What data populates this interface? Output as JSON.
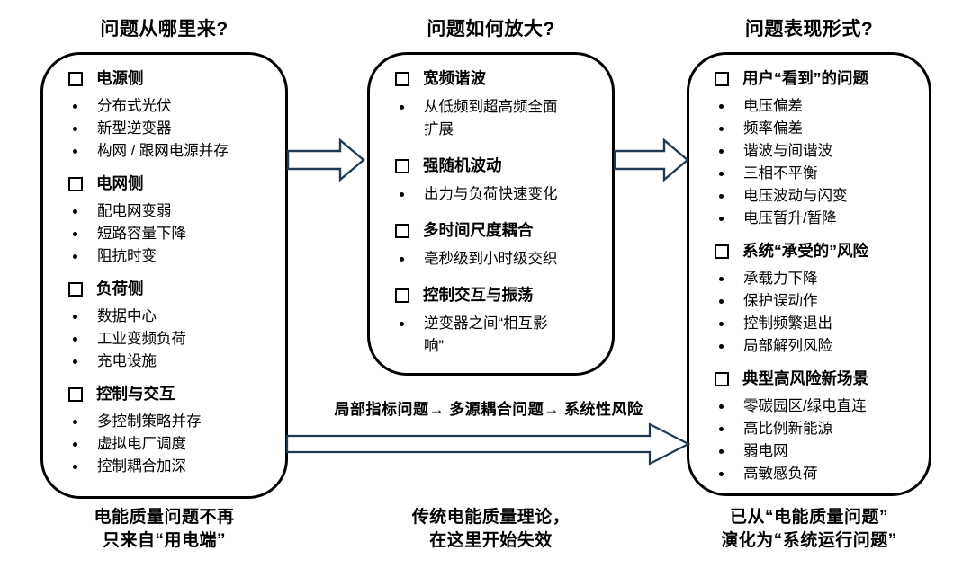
{
  "diagram": {
    "columns": [
      {
        "title": "问题从哪里来?",
        "sections": [
          {
            "header": "电源侧",
            "items": [
              "分布式光伏",
              "新型逆变器",
              "构网 / 跟网电源并存"
            ]
          },
          {
            "header": "电网侧",
            "items": [
              "配电网变弱",
              "短路容量下降",
              "阻抗时变"
            ]
          },
          {
            "header": "负荷侧",
            "items": [
              "数据中心",
              "工业变频负荷",
              "充电设施"
            ]
          },
          {
            "header": "控制与交互",
            "items": [
              "多控制策略并存",
              "虚拟电厂调度",
              "控制耦合加深"
            ]
          }
        ],
        "caption": "电能质量问题不再\n只来自“用电端”"
      },
      {
        "title": "问题如何放大?",
        "sections": [
          {
            "header": "宽频谐波",
            "items": [
              "从低频到超高频全面扩展"
            ]
          },
          {
            "header": "强随机波动",
            "items": [
              "出力与负荷快速变化"
            ]
          },
          {
            "header": "多时间尺度耦合",
            "items": [
              "毫秒级到小时级交织"
            ]
          },
          {
            "header": "控制交互与振荡",
            "items": [
              "逆变器之间“相互影响”"
            ]
          }
        ],
        "caption": "传统电能质量理论，\n在这里开始失效"
      },
      {
        "title": "问题表现形式?",
        "sections": [
          {
            "header": "用户“看到”的问题",
            "items": [
              "电压偏差",
              "频率偏差",
              "谐波与间谐波",
              "三相不平衡",
              "电压波动与闪变",
              "电压暂升/暂降"
            ]
          },
          {
            "header": "系统“承受的”风险",
            "items": [
              "承载力下降",
              "保护误动作",
              "控制频繁退出",
              "局部解列风险"
            ]
          },
          {
            "header": "典型高风险新场景",
            "items": [
              "零碳园区/绿电直连",
              "高比例新能源",
              "弱电网",
              "高敏感负荷"
            ]
          }
        ],
        "caption": "已从“电能质量问题”\n演化为“系统运行问题”"
      }
    ],
    "flow_label": "局部指标问题→ 多源耦合问题→ 系统性风险",
    "colors": {
      "arrow_outline": "#1f3a52",
      "box_border": "#000000",
      "background": "#ffffff",
      "text": "#000000"
    }
  }
}
